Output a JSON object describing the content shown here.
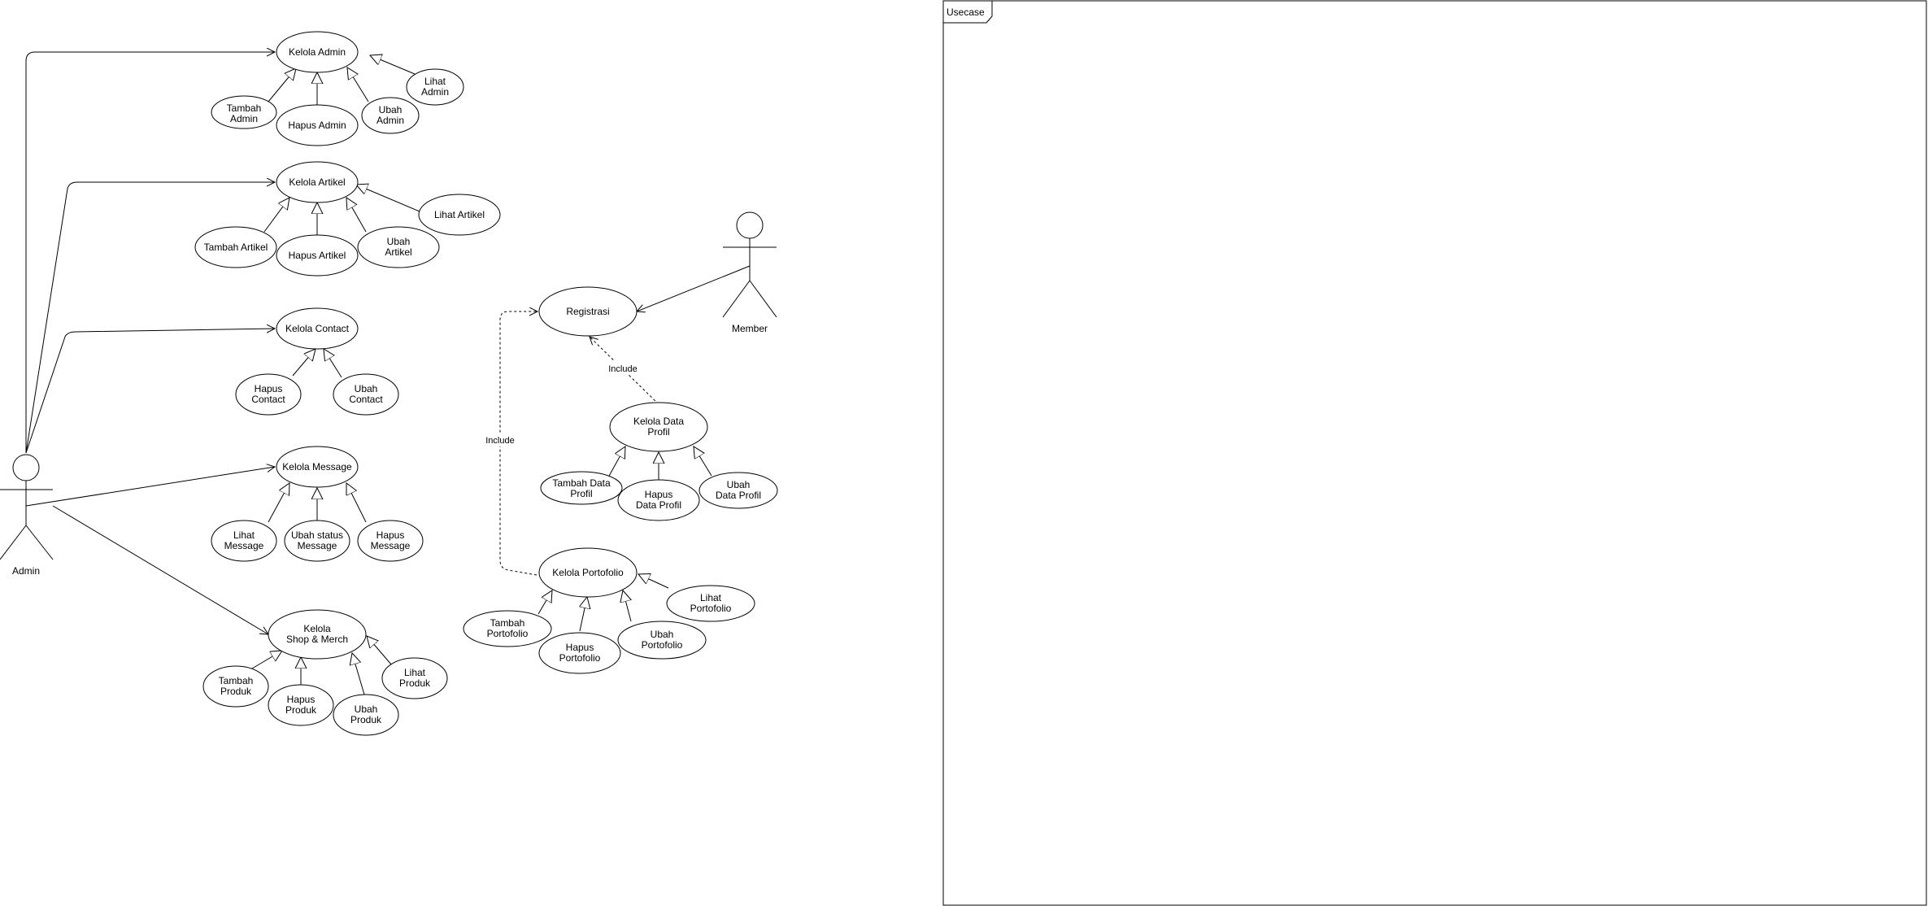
{
  "diagram": {
    "frame_label": "Usecase",
    "actors": {
      "admin": "Admin",
      "member": "Member"
    },
    "admin_use_cases": {
      "kelola_admin": [
        "Kelola Admin"
      ],
      "tambah_admin": [
        "Tambah",
        "Admin"
      ],
      "hapus_admin": [
        "Hapus Admin"
      ],
      "ubah_admin": [
        "Ubah",
        "Admin"
      ],
      "lihat_admin": [
        "Lihat",
        "Admin"
      ],
      "kelola_artikel": [
        "Kelola Artikel"
      ],
      "tambah_artikel": [
        "Tambah Artikel"
      ],
      "hapus_artikel": [
        "Hapus Artikel"
      ],
      "ubah_artikel": [
        "Ubah",
        "Artikel"
      ],
      "lihat_artikel": [
        "Lihat Artikel"
      ],
      "kelola_contact": [
        "Kelola Contact"
      ],
      "hapus_contact": [
        "Hapus",
        "Contact"
      ],
      "ubah_contact": [
        "Ubah",
        "Contact"
      ],
      "kelola_message": [
        "Kelola Message"
      ],
      "lihat_message": [
        "Lihat",
        "Message"
      ],
      "ubah_status_message": [
        "Ubah status",
        "Message"
      ],
      "hapus_message": [
        "Hapus",
        "Message"
      ],
      "kelola_shop": [
        "Kelola",
        "Shop & Merch"
      ],
      "tambah_produk": [
        "Tambah",
        "Produk"
      ],
      "hapus_produk": [
        "Hapus",
        "Produk"
      ],
      "ubah_produk": [
        "Ubah",
        "Produk"
      ],
      "lihat_produk": [
        "Lihat",
        "Produk"
      ]
    },
    "member_use_cases": {
      "registrasi": [
        "Registrasi"
      ],
      "kelola_data_profil": [
        "Kelola Data",
        "Profil"
      ],
      "tambah_data_profil": [
        "Tambah Data",
        "Profil"
      ],
      "hapus_data_profil": [
        "Hapus",
        "Data Profil"
      ],
      "ubah_data_profil": [
        "Ubah",
        "Data Profil"
      ],
      "kelola_portofolio": [
        "Kelola Portofolio"
      ],
      "tambah_portofolio": [
        "Tambah",
        "Portofolio"
      ],
      "hapus_portofolio": [
        "Hapus",
        "Portofolio"
      ],
      "ubah_portofolio": [
        "Ubah",
        "Portofolio"
      ],
      "lihat_portofolio": [
        "Lihat",
        "Portofolio"
      ]
    },
    "relations": {
      "include_profil": "Include",
      "include_portofolio": "Include"
    }
  }
}
